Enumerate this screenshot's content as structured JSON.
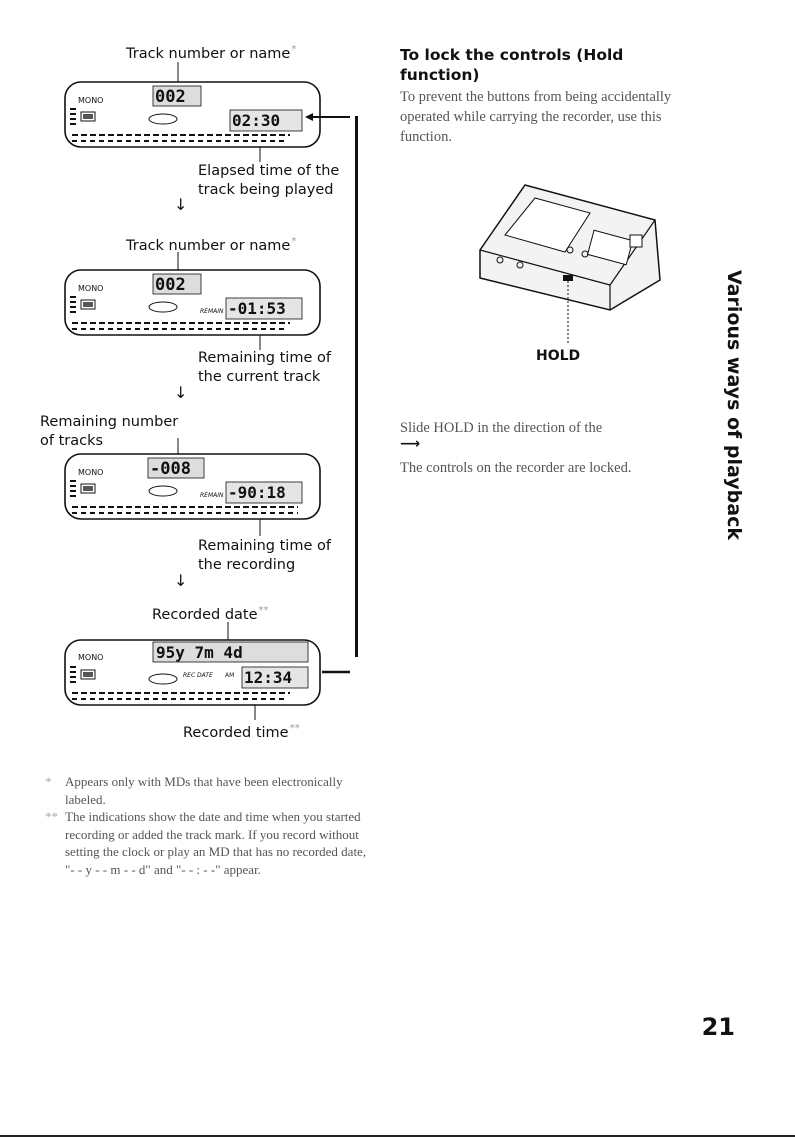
{
  "left": {
    "display1": {
      "top_label": "Track number or name",
      "top_star": "*",
      "mono": "MONO",
      "track": "002",
      "time": "02:30",
      "bottom_label": "Elapsed time of the track being played"
    },
    "display2": {
      "top_label": "Track number or name",
      "top_star": "*",
      "mono": "MONO",
      "track": "002",
      "mode": "REMAIN",
      "time": "-01:53",
      "bottom_label_1": "Remaining time of",
      "bottom_label_2": "the current track"
    },
    "display3": {
      "top_label_1": "Remaining number",
      "top_label_2": "of tracks",
      "mono": "MONO",
      "track": "-008",
      "mode": "REMAIN",
      "time": "-90:18",
      "bottom_label_1": "Remaining time of",
      "bottom_label_2": "the recording"
    },
    "display4": {
      "top_label": "Recorded date",
      "top_star": "**",
      "mono": "MONO",
      "date": "95y 7m 4d",
      "mode": "REC DATE",
      "ampm": "AM",
      "time": "12:34",
      "bottom_label": "Recorded time",
      "bottom_star": "**"
    },
    "footnotes": [
      {
        "mark": "*",
        "text": "Appears only with MDs that have been electronically labeled."
      },
      {
        "mark": "**",
        "text": "The indications show the date and time when you started recording or added the track mark. If you record without setting the clock or play an MD that has no recorded date, \"- - y - - m - - d\" and \"- - : - -\" appear."
      }
    ]
  },
  "right": {
    "heading": "To lock the controls (Hold function)",
    "intro": "To prevent the buttons from being accidentally operated while carrying the recorder, use this function.",
    "hold_label": "HOLD",
    "instruction_1": "Slide HOLD in the direction of the",
    "instruction_2": "The controls on the recorder are locked."
  },
  "side_tab": "Various ways of playback",
  "page_number": "21"
}
